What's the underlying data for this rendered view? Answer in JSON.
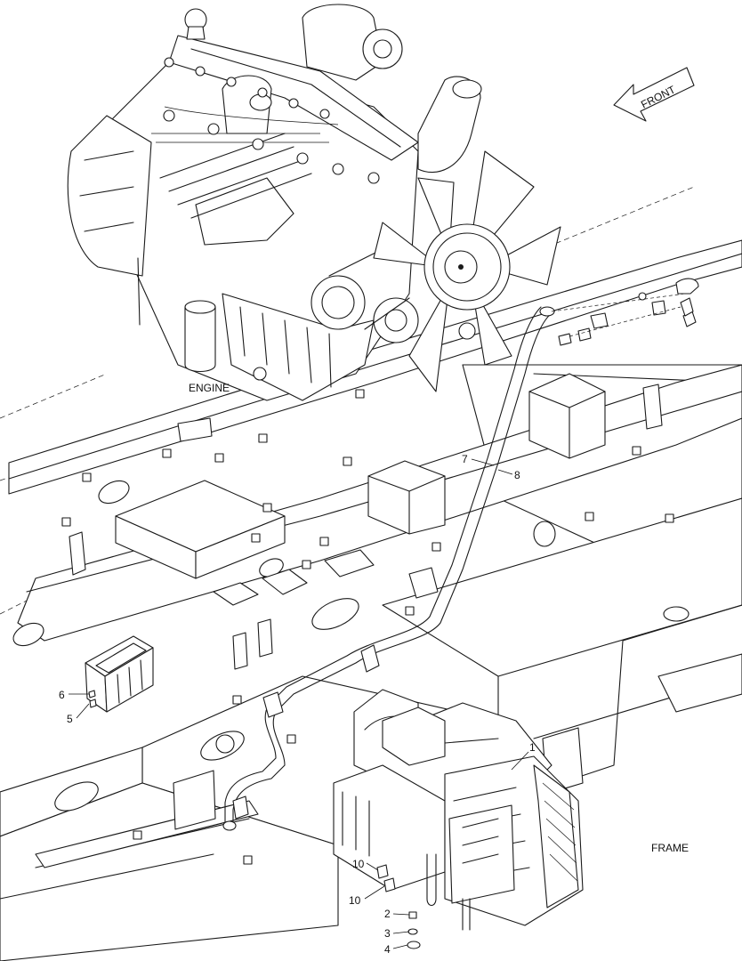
{
  "labels": {
    "engine": "ENGINE",
    "frame": "FRAME",
    "front": "FRONT"
  },
  "callouts": [
    {
      "id": "1",
      "text": "1"
    },
    {
      "id": "2",
      "text": "2"
    },
    {
      "id": "3",
      "text": "3"
    },
    {
      "id": "4",
      "text": "4"
    },
    {
      "id": "5",
      "text": "5"
    },
    {
      "id": "6",
      "text": "6"
    },
    {
      "id": "7",
      "text": "7"
    },
    {
      "id": "8",
      "text": "8"
    },
    {
      "id": "10a",
      "text": "10"
    },
    {
      "id": "10b",
      "text": "10"
    }
  ]
}
